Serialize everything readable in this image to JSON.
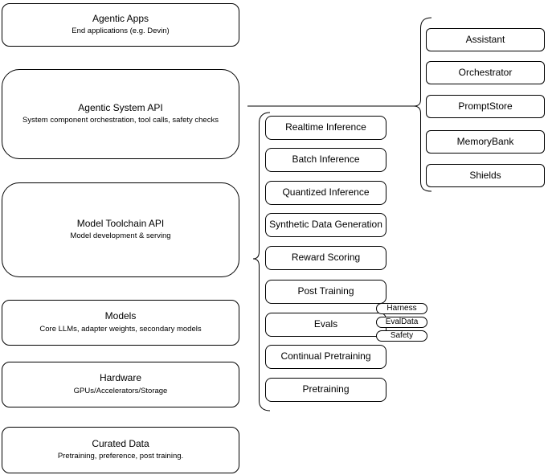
{
  "diagram": {
    "stroke_color": "#000000",
    "background_color": "#ffffff"
  },
  "stack": [
    {
      "title": "Agentic Apps",
      "subtitle": "End applications (e.g. Devin)"
    },
    {
      "title": "Agentic System API",
      "subtitle": "System component orchestration, tool calls, safety checks"
    },
    {
      "title": "Model Toolchain API",
      "subtitle": "Model development & serving"
    },
    {
      "title": "Models",
      "subtitle": "Core LLMs, adapter weights, secondary models"
    },
    {
      "title": "Hardware",
      "subtitle": "GPUs/Accelerators/Storage"
    },
    {
      "title": "Curated Data",
      "subtitle": "Pretraining, preference, post training."
    }
  ],
  "toolchain_items": [
    {
      "label": "Realtime Inference"
    },
    {
      "label": "Batch Inference"
    },
    {
      "label": "Quantized Inference"
    },
    {
      "label": "Synthetic Data Generation"
    },
    {
      "label": "Reward Scoring"
    },
    {
      "label": "Post Training"
    },
    {
      "label": "Evals"
    },
    {
      "label": "Continual Pretraining"
    },
    {
      "label": "Pretraining"
    }
  ],
  "evals_pills": [
    {
      "label": "Harness"
    },
    {
      "label": "EvalData"
    },
    {
      "label": "Safety"
    }
  ],
  "system_items": [
    {
      "label": "Assistant"
    },
    {
      "label": "Orchestrator"
    },
    {
      "label": "PromptStore"
    },
    {
      "label": "MemoryBank"
    },
    {
      "label": "Shields"
    }
  ]
}
